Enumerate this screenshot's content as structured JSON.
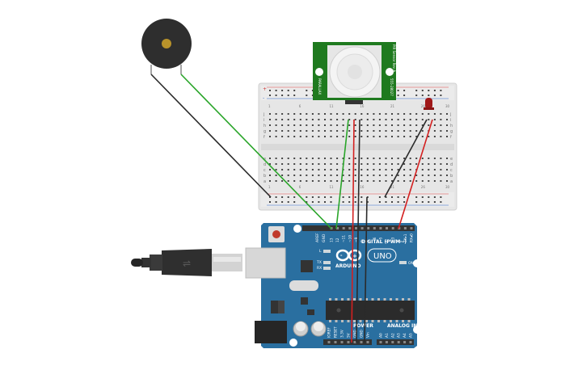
{
  "circuit": {
    "arduino": {
      "brand": "ARDUINO",
      "model": "UNO",
      "label_digital": "DIGITAL (PWM~)",
      "label_power": "POWER",
      "label_analog": "ANALOG IN",
      "label_aref": "AREF",
      "label_gnd": "GND",
      "label_on": "ON",
      "label_l": "L",
      "label_tx": "TX",
      "label_rx": "RX",
      "digital_pins": [
        "13",
        "12",
        "~11",
        "~10",
        "~9",
        "8",
        "7",
        "~6",
        "~5",
        "4",
        "~3",
        "2",
        "TX▸1",
        "RX◂0"
      ],
      "power_pins": [
        "IOREF",
        "RESET",
        "3.3V",
        "5V",
        "GND",
        "GND",
        "Vin"
      ],
      "analog_pins": [
        "A0",
        "A1",
        "A2",
        "A3",
        "A4",
        "A5"
      ]
    },
    "pir_sensor": {
      "label_left": "PARALLAX",
      "label_right": "555-28027",
      "label_side": "PIR Sensor Rev A"
    },
    "breadboard": {
      "columns": 30,
      "row_letters_top": [
        "j",
        "i",
        "h",
        "g",
        "f"
      ],
      "row_letters_bottom": [
        "e",
        "d",
        "c",
        "b",
        "a"
      ],
      "rail_plus": "+",
      "rail_minus": "-"
    },
    "colors": {
      "board": "#2a6fa0",
      "breadboard": "#e9e9e9",
      "pir_pcb": "#1f7a1f",
      "wire_red": "#d42020",
      "wire_black": "#2b2b2b",
      "wire_green": "#2aa52a",
      "led": "#a01818"
    }
  }
}
